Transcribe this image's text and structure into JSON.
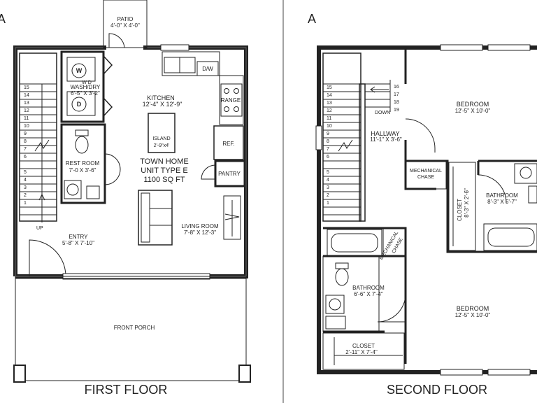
{
  "sheet_marks": {
    "left": "A",
    "right": "A"
  },
  "first_floor": {
    "title": "FIRST FLOOR",
    "unit_info": {
      "line1": "TOWN HOME",
      "line2": "UNIT TYPE E",
      "line3": "1100 SQ FT"
    },
    "rooms": {
      "patio": {
        "name": "PATIO",
        "dims": "4'-0\" X 4'-0\""
      },
      "wash_dry": {
        "name": "WASH/DRY",
        "dims": "6'-5\" X 3'-2\"",
        "tag": "W D"
      },
      "kitchen": {
        "name": "KITCHEN",
        "dims": "12'-4\" X 12'-9\""
      },
      "island": {
        "name": "ISLAND",
        "dims": "2'-9\"x4'"
      },
      "rest_room": {
        "name": "REST ROOM",
        "dims": "7'-0 X 3'-6\""
      },
      "entry": {
        "name": "ENTRY",
        "dims": "5'-8\" X 7'-10\""
      },
      "living_room": {
        "name": "LIVING ROOM",
        "dims": "7'-8\" X 12'-3\""
      },
      "front_porch": {
        "name": "FRONT PORCH"
      }
    },
    "fixtures": {
      "dw": "D/W",
      "range": "RANGE",
      "ref": "REF.",
      "pantry": "PANTRY",
      "washer": "W",
      "dryer": "D",
      "up": "UP"
    },
    "stair_numbers": [
      "15",
      "14",
      "13",
      "12",
      "11",
      "10",
      "9",
      "8",
      "7",
      "6",
      "5",
      "4",
      "3",
      "2",
      "1"
    ]
  },
  "second_floor": {
    "title": "SECOND FLOOR",
    "rooms": {
      "bedroom_top": {
        "name": "BEDROOM",
        "dims": "12'-5\" X 10'-0\""
      },
      "hallway": {
        "name": "HALLWAY",
        "dims": "11'-1\" X 3'-6\""
      },
      "mech_chase_1": {
        "line1": "MECHANICAL",
        "line2": "CHASE"
      },
      "closet_1": {
        "name": "CLOSET",
        "dims": "8'-3\" X 2'-6\""
      },
      "bathroom_1": {
        "name": "BATHROOM",
        "dims": "8'-3\" X 5'-7\""
      },
      "mech_chase_2": {
        "line1": "MECHANICAL",
        "line2": "CHASE"
      },
      "bathroom_2": {
        "name": "BATHROOM",
        "dims": "6'-6\" X 7'-4\""
      },
      "bedroom_bottom": {
        "name": "BEDROOM",
        "dims": "12'-5\" X 10'-0\""
      },
      "closet_2": {
        "name": "CLOSET",
        "dims": "2'-11\" X 7'-4\""
      }
    },
    "down": "DOWN",
    "stair_numbers_left": [
      "15",
      "14",
      "13",
      "12",
      "11",
      "10",
      "9",
      "8",
      "7",
      "6",
      "5",
      "4",
      "3",
      "2",
      "1"
    ],
    "stair_numbers_right": [
      "16",
      "17",
      "18",
      "19"
    ]
  }
}
